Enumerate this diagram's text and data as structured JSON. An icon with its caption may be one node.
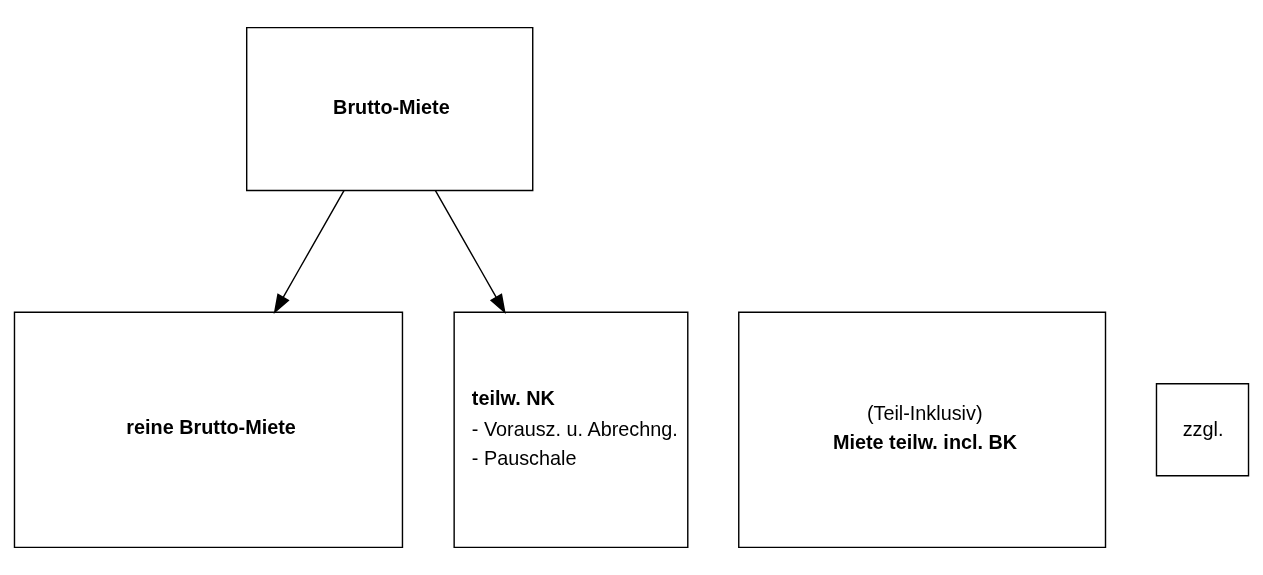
{
  "diagram": {
    "nodes": [
      {
        "text": [
          "Brutto-Miete"
        ]
      },
      {
        "text": [
          "reine Brutto-Miete"
        ]
      },
      {
        "text": [
          "(Teil-Inklusiv)",
          "Miete teilw. incl. BK"
        ]
      },
      {
        "text": [
          "zzgl."
        ]
      },
      {
        "text": [
          "teilw. NK",
          "- Vorausz. u. Abrechng.",
          "- Pauschale"
        ]
      }
    ],
    "edges": [
      {
        "from": 0,
        "to": 1,
        "arrow": "to"
      },
      {
        "from": 0,
        "to": 4,
        "arrow": "to"
      }
    ]
  }
}
